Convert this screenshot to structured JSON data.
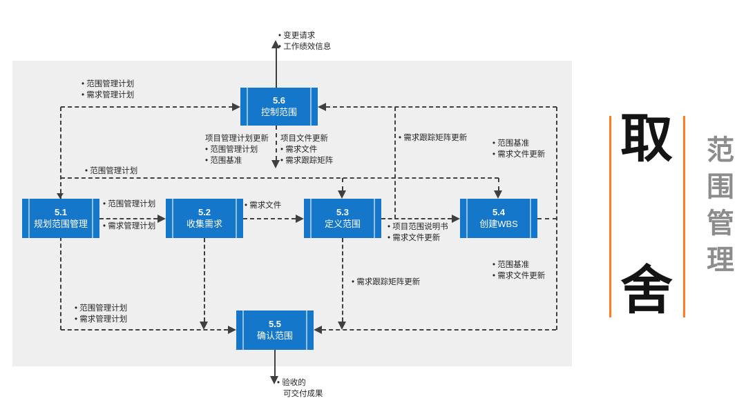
{
  "colors": {
    "box_blue": "#1477C9",
    "panel_gray": "#efefef",
    "line_dark": "#3f3f3f",
    "orange": "#ff7b1e",
    "side_gray": "#8c8c8c"
  },
  "boxes": [
    {
      "num": "5.1",
      "name": "规划范围管理"
    },
    {
      "num": "5.2",
      "name": "收集需求"
    },
    {
      "num": "5.3",
      "name": "定义范围"
    },
    {
      "num": "5.4",
      "name": "创建WBS"
    },
    {
      "num": "5.5",
      "name": "确认范围"
    },
    {
      "num": "5.6",
      "name": "控制范围"
    }
  ],
  "labels": {
    "change_requests": [
      "• 变更请求",
      "• 工作绩效信息"
    ],
    "plans_to_56": [
      "• 范围管理计划",
      "• 需求管理计划"
    ],
    "pm_plan_updates": [
      "项目管理计划更新",
      "• 范围管理计划",
      "• 范围基准"
    ],
    "doc_updates": [
      "项目文件更新",
      "• 需求文件",
      "• 需求跟踪矩阵"
    ],
    "rtm_update_top": [
      "• 需求跟踪矩阵更新"
    ],
    "baseline_top": [
      "• 范围基准",
      "• 需求文件更新"
    ],
    "scope_plan_mid": [
      "• 范围管理计划"
    ],
    "plan_51_52_a": [
      "• 范围管理计划"
    ],
    "plan_51_52_b": [
      "• 需求管理计划"
    ],
    "req_docs": [
      "• 需求文件"
    ],
    "scope_statement": [
      "• 项目范围说明书",
      "• 需求文件更新"
    ],
    "rtm_update_bottom": [
      "• 需求跟踪矩阵更新"
    ],
    "baseline_bottom": [
      "• 范围基准",
      "• 需求文件更新"
    ],
    "plans_to_55": [
      "• 范围管理计划",
      "• 需求管理计划"
    ],
    "deliverables": [
      "• 验收的",
      "可交付成果"
    ]
  },
  "side": {
    "big_top": "取",
    "big_bottom": "舍",
    "vertical": [
      "范",
      "围",
      "管",
      "理"
    ]
  }
}
